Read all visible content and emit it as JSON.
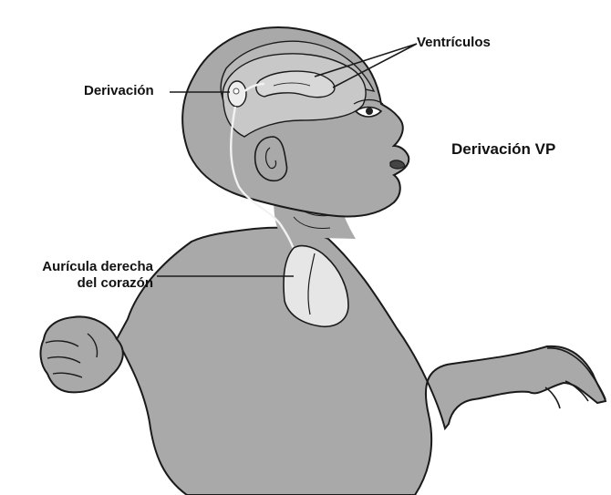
{
  "labels": {
    "ventricles": "Ventrículos",
    "shunt": "Derivación",
    "title": "Derivación VP",
    "right_atrium_line1": "Aurícula derecha",
    "right_atrium_line2": "del corazón"
  },
  "colors": {
    "skin": "#a9a9a9",
    "skin_dark": "#8f8f8f",
    "outline": "#1a1a1a",
    "organ": "#e6e6e6",
    "text": "#111111"
  }
}
